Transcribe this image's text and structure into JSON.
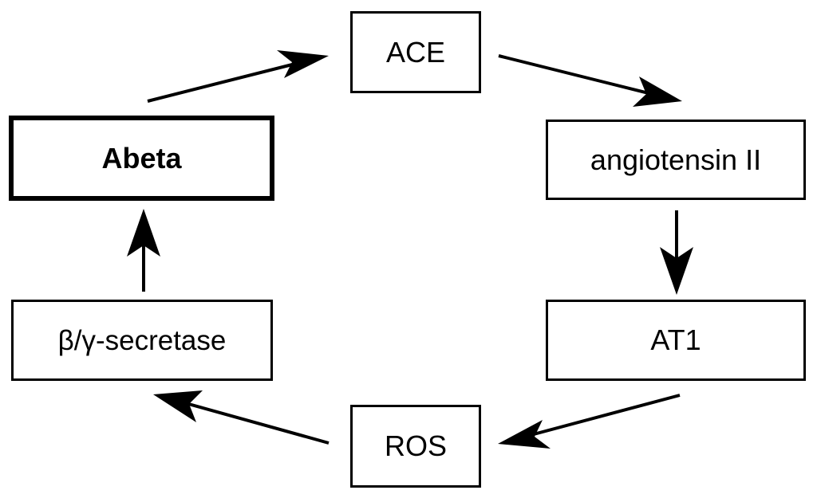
{
  "diagram": {
    "nodes": {
      "ace": "ACE",
      "angiotensin": "angiotensin II",
      "at1": "AT1",
      "ros": "ROS",
      "secretase": "β/γ-secretase",
      "abeta": "Abeta"
    },
    "edges": [
      {
        "from": "abeta",
        "to": "ace"
      },
      {
        "from": "ace",
        "to": "angiotensin"
      },
      {
        "from": "angiotensin",
        "to": "at1"
      },
      {
        "from": "at1",
        "to": "ros"
      },
      {
        "from": "ros",
        "to": "secretase"
      },
      {
        "from": "secretase",
        "to": "abeta"
      }
    ],
    "colors": {
      "stroke": "#000000",
      "background": "#ffffff"
    }
  }
}
